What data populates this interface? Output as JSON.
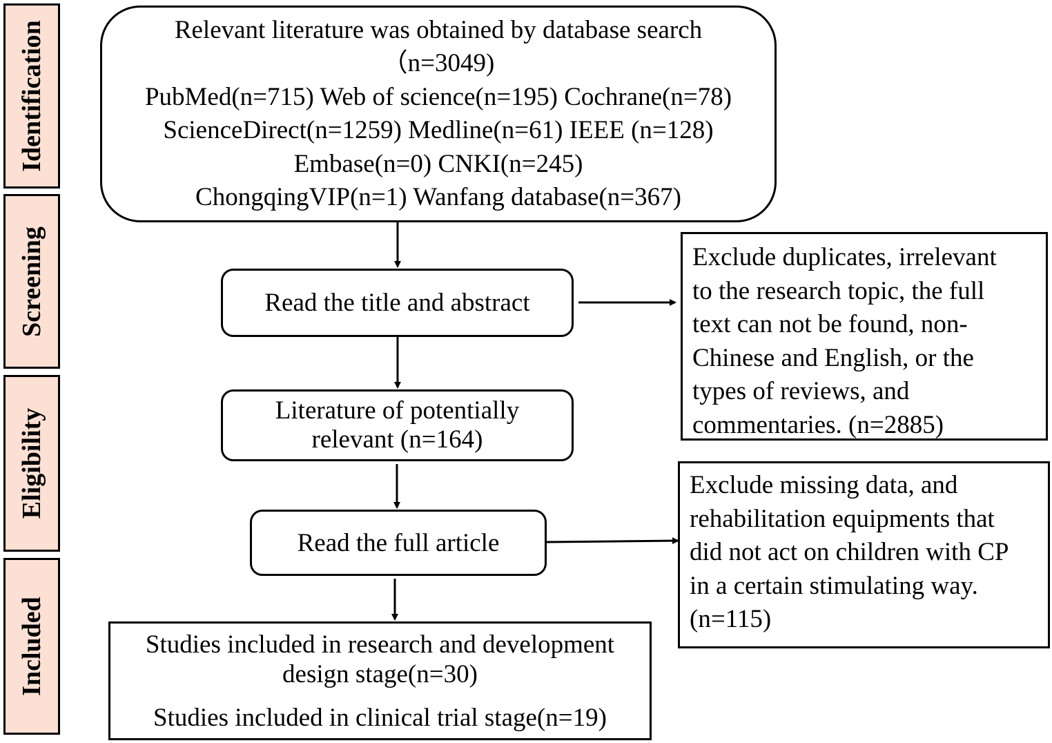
{
  "stages": {
    "identification": "Identification",
    "screening": "Screening",
    "eligibility": "Eligibility",
    "included": "Included"
  },
  "search_box": {
    "lines": [
      "Relevant literature was obtained by database search",
      "（n=3049)",
      "PubMed(n=715) Web of science(n=195) Cochrane(n=78)",
      "ScienceDirect(n=1259) Medline(n=61) IEEE (n=128)",
      "Embase(n=0) CNKI(n=245)",
      "ChongqingVIP(n=1) Wanfang database(n=367)"
    ]
  },
  "title_abstract_box": {
    "text": "Read the title and abstract"
  },
  "exclusion_1": {
    "lines": [
      "Exclude duplicates, irrelevant",
      "to the research topic,  the full",
      "text can not be found,  non-",
      "Chinese and English, or the",
      "types of reviews,  and",
      "commentaries. (n=2885)"
    ]
  },
  "potentially_relevant_box": {
    "lines": [
      "Literature of potentially",
      "relevant (n=164)"
    ]
  },
  "full_article_box": {
    "text": "Read the full article"
  },
  "exclusion_2": {
    "lines": [
      "Exclude missing data, and",
      "rehabilitation equipments that",
      "did not act on children with CP",
      "in a certain stimulating way.",
      "(n=115)"
    ]
  },
  "included_box": {
    "lines": [
      "Studies included in research and development",
      "design stage(n=30)",
      "Studies included in clinical trial stage(n=19)"
    ]
  },
  "colors": {
    "stage_fill": "#fbe0d3",
    "stroke": "#000000",
    "background": "#ffffff"
  }
}
